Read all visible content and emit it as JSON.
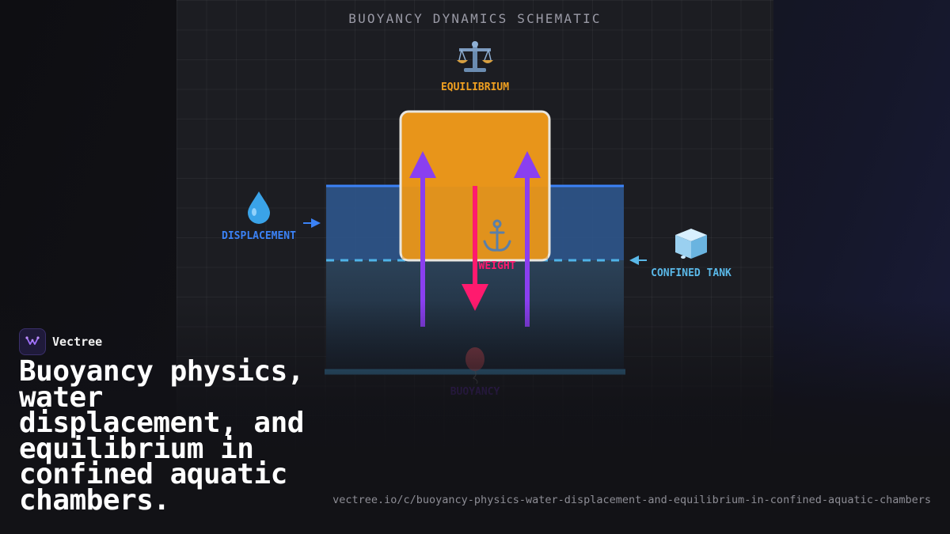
{
  "diagram": {
    "title": "BUOYANCY DYNAMICS SCHEMATIC",
    "labels": {
      "equilibrium": "EQUILIBRIUM",
      "displacement": "DISPLACEMENT",
      "weight": "WEIGHT",
      "confined_tank": "CONFINED TANK",
      "buoyancy": "BUOYANCY"
    },
    "icons": {
      "equilibrium": "balance-scale",
      "displacement": "water-droplet",
      "weight": "anchor",
      "confined_tank": "ice-cube",
      "buoyancy": "balloon"
    },
    "colors": {
      "tank_wall": "#4fb3e8",
      "water_surface": "#3b82f6",
      "floating_block": "#e8951a",
      "buoyant_force": "#8a3ff0",
      "weight_force": "#ff1a6e",
      "equilibrium_label": "#f0a020",
      "displacement_label": "#3b82f6",
      "confined_tank_label": "#5ab8e8",
      "buoyancy_label": "#5a2aa0"
    }
  },
  "brand": {
    "name": "Vectree"
  },
  "headline": "Buoyancy physics, water displacement, and equilibrium in confined aquatic chambers.",
  "url": "vectree.io/c/buoyancy-physics-water-displacement-and-equilibrium-in-confined-aquatic-chambers"
}
